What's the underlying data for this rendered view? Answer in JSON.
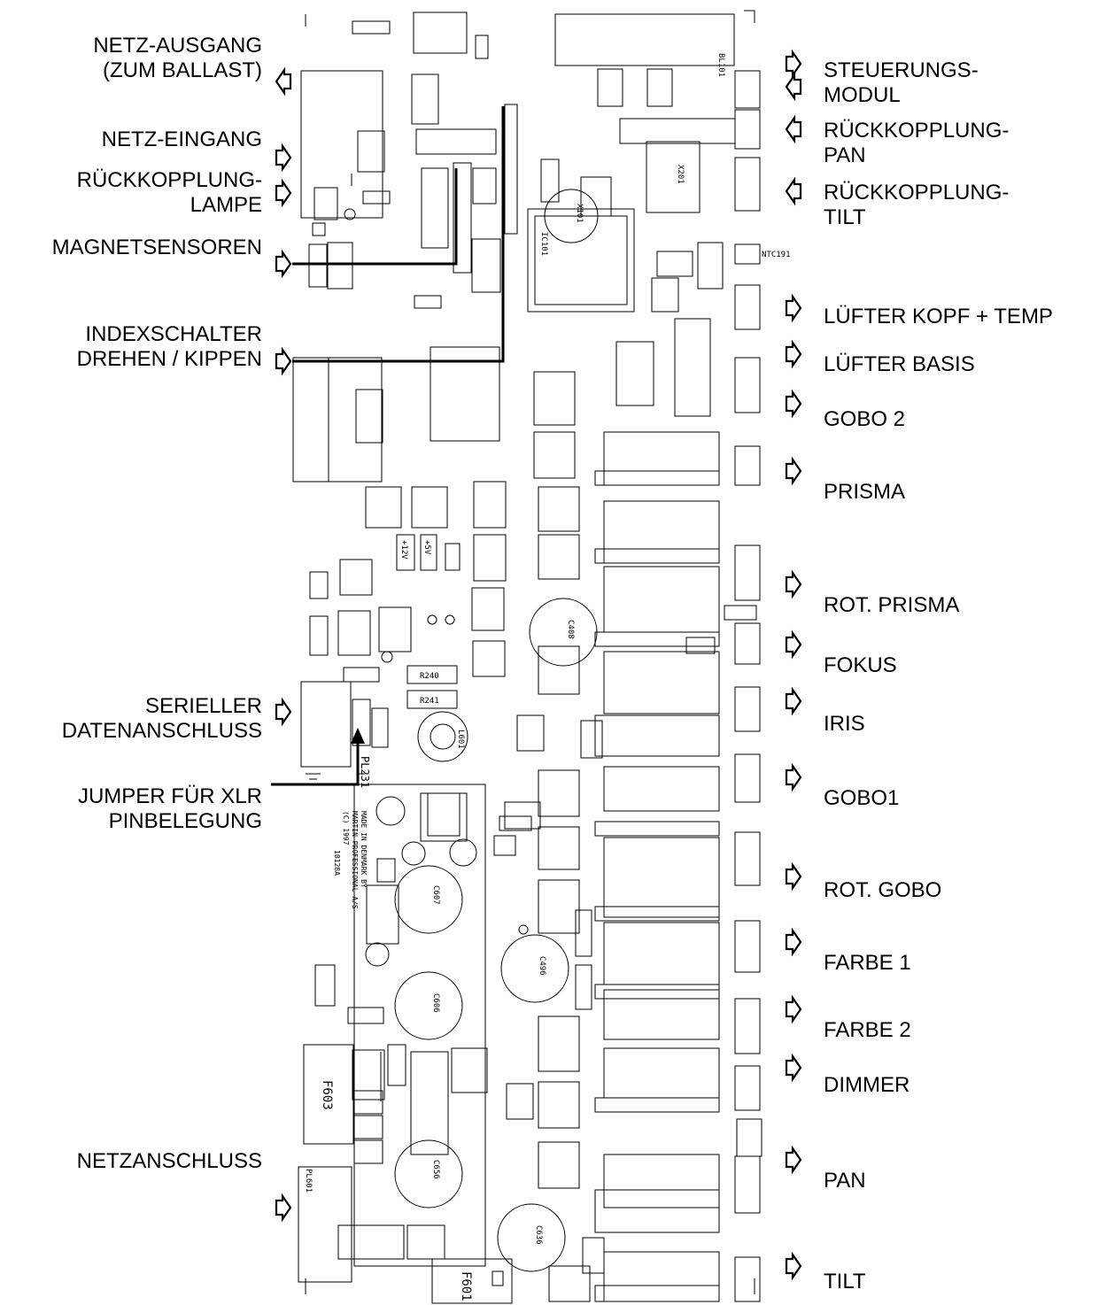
{
  "left_labels": [
    {
      "id": "netz-ausgang",
      "lines": [
        "NETZ-AUSGANG",
        "(ZUM BALLAST)"
      ]
    },
    {
      "id": "netz-eingang",
      "lines": [
        "NETZ-EINGANG"
      ]
    },
    {
      "id": "rueckkopplung-lampe",
      "lines": [
        "RÜCKKOPPLUNG-",
        "LAMPE"
      ]
    },
    {
      "id": "magnetsensoren",
      "lines": [
        "MAGNETSENSOREN"
      ]
    },
    {
      "id": "indexschalter",
      "lines": [
        "INDEXSCHALTER",
        "DREHEN / KIPPEN"
      ]
    },
    {
      "id": "serieller-datenanschluss",
      "lines": [
        "SERIELLER",
        "DATENANSCHLUSS"
      ]
    },
    {
      "id": "jumper-xlr",
      "lines": [
        "JUMPER FÜR XLR",
        "PINBELEGUNG"
      ]
    },
    {
      "id": "netzanschluss",
      "lines": [
        "NETZANSCHLUSS"
      ]
    }
  ],
  "right_labels": [
    {
      "id": "steuerungsmodul",
      "lines": [
        "STEUERUNGS-",
        "MODUL"
      ]
    },
    {
      "id": "rueckkopplung-pan",
      "lines": [
        "RÜCKKOPPLUNG-",
        "PAN"
      ]
    },
    {
      "id": "rueckkopplung-tilt",
      "lines": [
        "RÜCKKOPPLUNG-",
        "TILT"
      ]
    },
    {
      "id": "luefter-kopf",
      "lines": [
        "LÜFTER KOPF + TEMP"
      ]
    },
    {
      "id": "luefter-basis",
      "lines": [
        "LÜFTER BASIS"
      ]
    },
    {
      "id": "gobo2",
      "lines": [
        "GOBO 2"
      ]
    },
    {
      "id": "prisma",
      "lines": [
        "PRISMA"
      ]
    },
    {
      "id": "rot-prisma",
      "lines": [
        "ROT. PRISMA"
      ]
    },
    {
      "id": "fokus",
      "lines": [
        "FOKUS"
      ]
    },
    {
      "id": "iris",
      "lines": [
        "IRIS"
      ]
    },
    {
      "id": "gobo1",
      "lines": [
        "GOBO1"
      ]
    },
    {
      "id": "rot-gobo",
      "lines": [
        "ROT. GOBO"
      ]
    },
    {
      "id": "farbe1",
      "lines": [
        "FARBE 1"
      ]
    },
    {
      "id": "farbe2",
      "lines": [
        "FARBE 2"
      ]
    },
    {
      "id": "dimmer",
      "lines": [
        "DIMMER"
      ]
    },
    {
      "id": "pan",
      "lines": [
        "PAN"
      ]
    },
    {
      "id": "tilt",
      "lines": [
        "TILT"
      ]
    }
  ],
  "pcb_text": {
    "top_connector": "BL101",
    "ic101": "IC101",
    "x101": "X101",
    "x201": "X201",
    "ntc": "NTC191",
    "l601": "L601",
    "f603": "F603",
    "f601": "F601",
    "pl231": "PL231",
    "pl601": "PL601",
    "made_in": [
      "MADE IN DENMARK BY",
      "MARTIN PROFESSIONAL A/S",
      "(C) 1997",
      "10128A"
    ],
    "c408": "C408",
    "c607": "C607",
    "c606": "C606",
    "c656": "C656",
    "c496": "C496",
    "c636": "C636",
    "plus12v": "+12V",
    "plus5v": "+5V",
    "r240": "R240",
    "r241": "R241"
  }
}
